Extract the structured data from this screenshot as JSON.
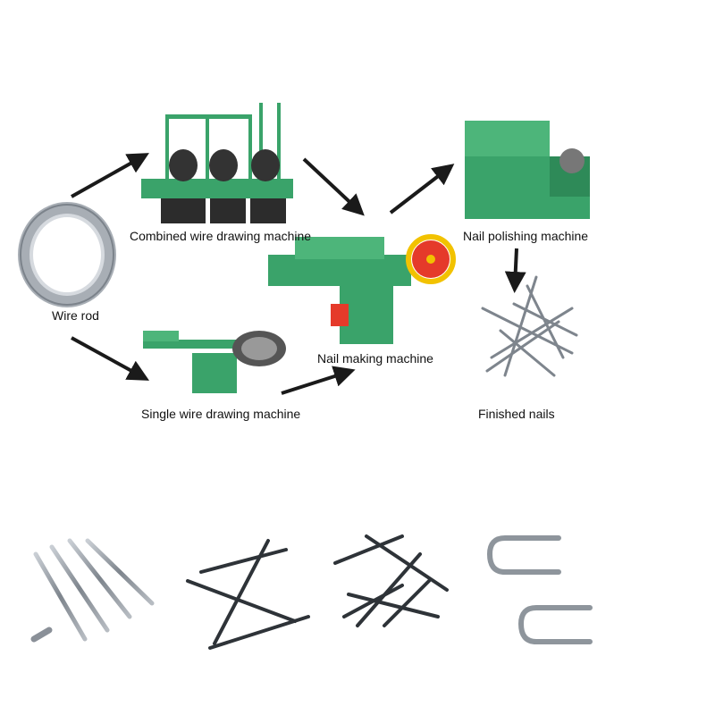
{
  "labels": {
    "combined": "Combined wire drawing machine",
    "wire_rod": "Wire rod",
    "nail_making": "Nail making machine",
    "polishing": "Nail polishing machine",
    "single": "Single wire drawing machine",
    "finished": "Finished nails"
  },
  "colors": {
    "machine_green": "#3aa36a",
    "wheel_red": "#e53a2a",
    "wheel_yellow": "#f2c200",
    "arrow": "#1a1a1a",
    "steel": "#8a9098"
  }
}
